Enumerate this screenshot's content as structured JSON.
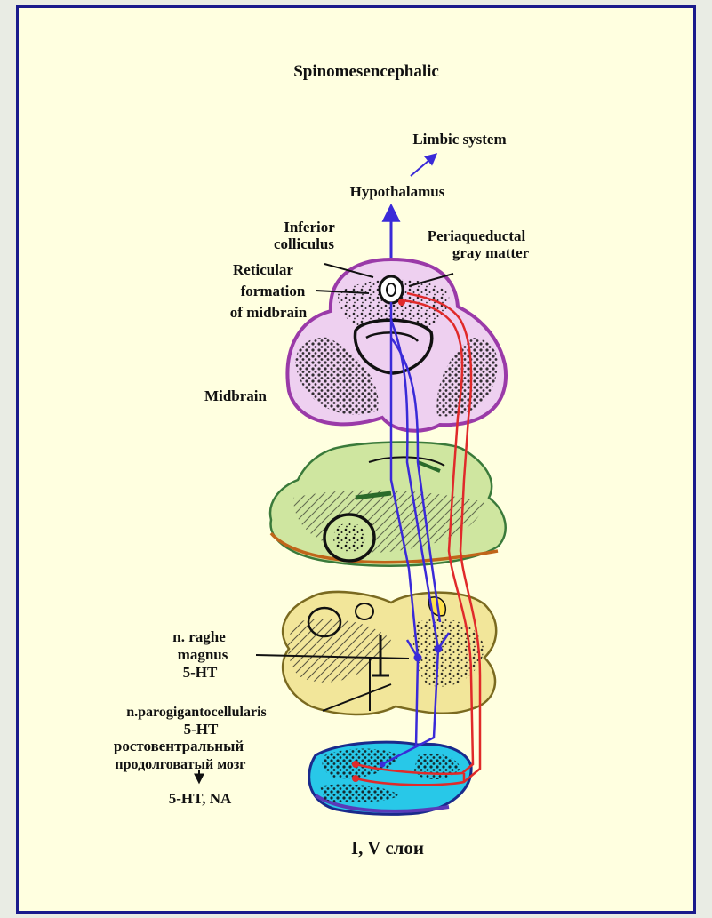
{
  "title": "Spinomesencephalic",
  "labels": {
    "limbic_system": "Limbic system",
    "hypothalamus": "Hypothalamus",
    "inferior_colliculus_1": "Inferior",
    "inferior_colliculus_2": "colliculus",
    "periaqueductal_1": "Periaqueductal",
    "periaqueductal_2": "gray matter",
    "reticular_1": "Reticular",
    "reticular_2": "formation",
    "reticular_3": "of midbrain",
    "midbrain": "Midbrain",
    "raphe_1": "n. raghe",
    "raphe_2": "magnus",
    "raphe_3": "5-HT",
    "paragig_1": "n.parogigantocellularis",
    "paragig_2": "5-HT",
    "rostro_1": "ростовентральный",
    "rostro_2": "продолговатый мозг",
    "nt": "5-HT, NA",
    "layers": "I, V слои"
  },
  "colors": {
    "frame_border": "#1a1a8c",
    "background": "#ffffe0",
    "midbrain_fill": "#eed0f0",
    "midbrain_outline": "#9a3aa8",
    "pons_fill": "#cfe6a0",
    "medulla_fill": "#f2e69a",
    "spinal_fill": "#28c8e8",
    "descending_pathway": "#3a2ad8",
    "ascending_pathway": "#e02a2a"
  }
}
